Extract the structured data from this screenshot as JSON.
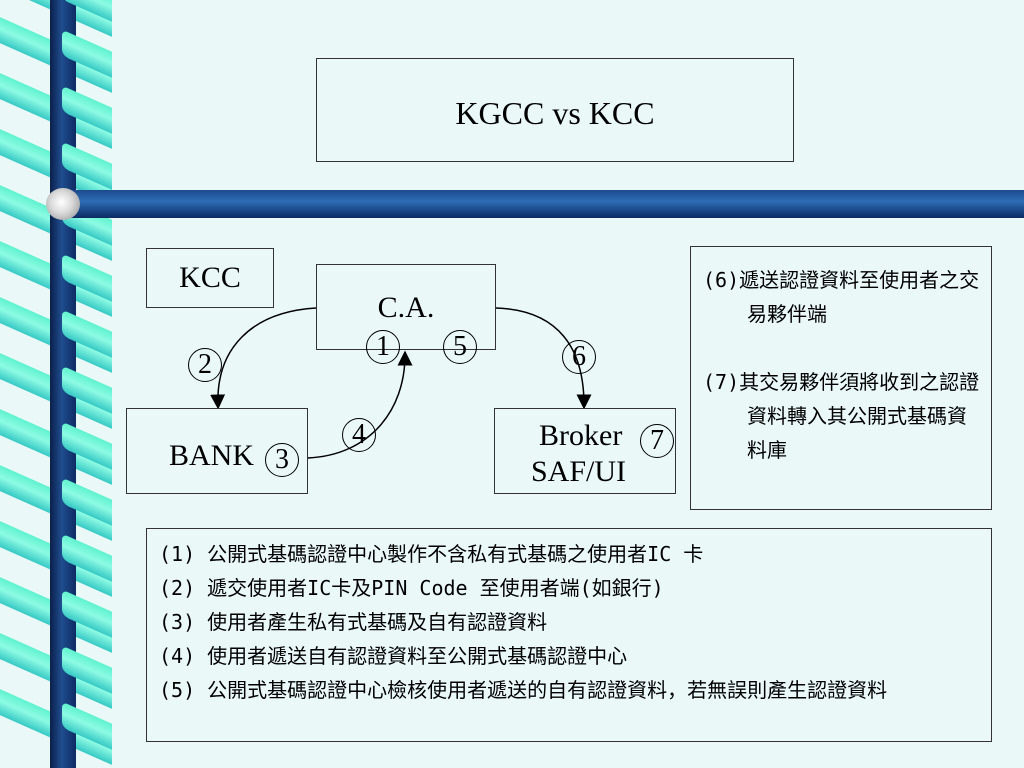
{
  "slide": {
    "title": "KGCC vs KCC",
    "kcc_label": "KCC",
    "nodes": {
      "ca": "C.A.",
      "bank": "BANK",
      "broker_line1": "Broker",
      "broker_line2": "SAF/UI"
    },
    "step_markers": [
      "1",
      "2",
      "3",
      "4",
      "5",
      "6",
      "7"
    ],
    "notes": [
      "(6)遞送認證資料至使用者之交易夥伴端",
      "(7)其交易夥伴須將收到之認證資料轉入其公開式基碼資料庫"
    ],
    "steps": [
      "(1) 公開式基碼認證中心製作不含私有式基碼之使用者IC 卡",
      "(2) 遞交使用者IC卡及PIN Code 至使用者端(如銀行)",
      "(3) 使用者產生私有式基碼及自有認證資料",
      "(4) 使用者遞送自有認證資料至公開式基碼認證中心",
      "(5) 公開式基碼認證中心檢核使用者遞送的自有認證資料，若無誤則產生認證資料"
    ]
  },
  "colors": {
    "background": "#eaf8f8",
    "bar": "#1b4a8c",
    "ribbon": "#5ff2cf"
  }
}
